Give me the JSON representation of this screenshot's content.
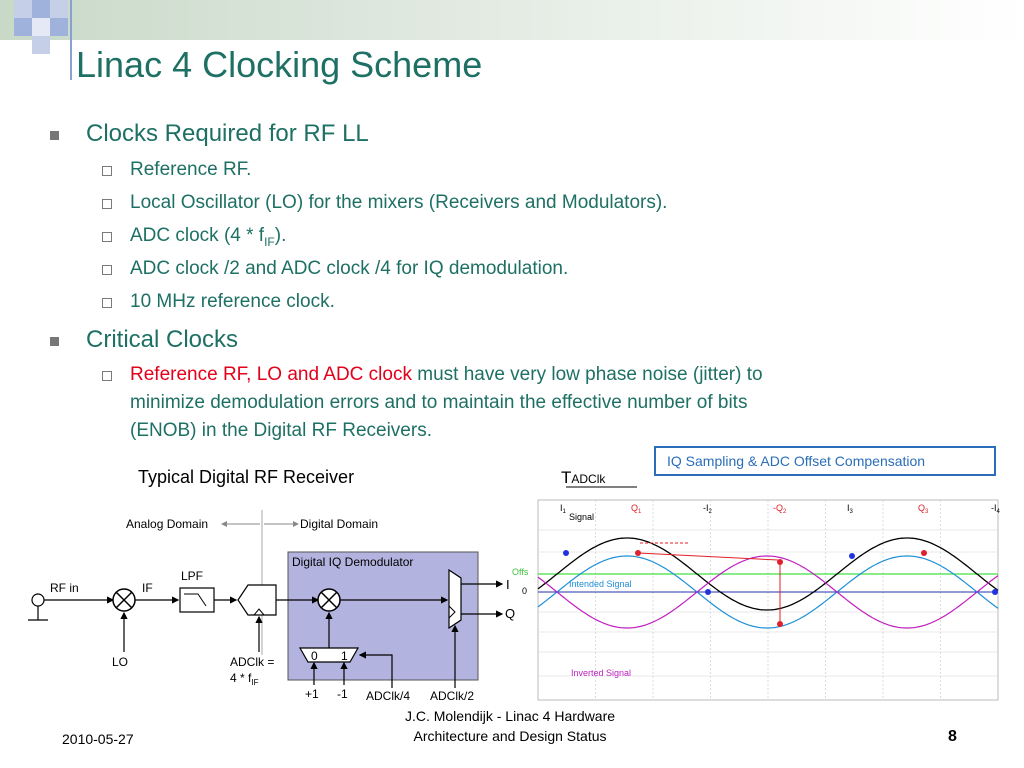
{
  "slide": {
    "title": "Linac 4 Clocking Scheme",
    "bullets": [
      {
        "text": "Clocks Required for RF LL",
        "sub": [
          "Reference RF.",
          "Local Oscillator (LO) for the mixers (Receivers and Modulators).",
          "ADC clock (4 * f",
          "ADC clock /2 and ADC clock /4 for IQ demodulation.",
          "10 MHz reference clock."
        ],
        "adc_sub": "IF",
        "adc_tail": ")."
      },
      {
        "text": "Critical Clocks",
        "sub_red": "Reference RF, LO and ADC clock",
        "sub_rest1": " must have very low phase noise (jitter) to",
        "sub_rest2": "minimize demodulation errors and to maintain the effective number of bits",
        "sub_rest3": "(ENOB) in the Digital RF Receivers."
      }
    ]
  },
  "receiver": {
    "title": "Typical Digital RF Receiver",
    "analog_domain": "Analog Domain",
    "digital_domain": "Digital Domain",
    "rf_in": "RF in",
    "if_label": "IF",
    "lpf": "LPF",
    "lo": "LO",
    "adc_label_1": "ADClk =",
    "adc_label_2": "4 * f",
    "adc_label_sub": "IF",
    "iq_box": "Digital IQ Demodulator",
    "out_i": "I",
    "out_q": "Q",
    "mux_0": "0",
    "mux_1": "1",
    "plus1": "+1",
    "minus1": "-1",
    "adclk4": "ADClk/4",
    "adclk2": "ADClk/2"
  },
  "sampling": {
    "box_title": "IQ Sampling & ADC Offset Compensation",
    "t_label": "T",
    "t_sub": "ADClk",
    "top_labels": [
      "I",
      "Q",
      "-I",
      "-Q",
      "I",
      "Q",
      "-I"
    ],
    "top_subs": [
      "1",
      "1",
      "2",
      "2",
      "3",
      "3",
      "4"
    ],
    "signal": "Signal",
    "offs": "Offs",
    "zero": "0",
    "intended": "Intended Signal",
    "inverted": "Inverted Signal",
    "colors": {
      "signal": "#000000",
      "intended": "#1e90d8",
      "inverted": "#c020c0",
      "offset": "#40e040",
      "zero_line": "#2233aa",
      "points": "#e0202a"
    }
  },
  "footer": {
    "date": "2010-05-27",
    "author_1": "J.C.  Molendijk - Linac 4 Hardware",
    "author_2": "Architecture and Design Status",
    "page": "8"
  }
}
